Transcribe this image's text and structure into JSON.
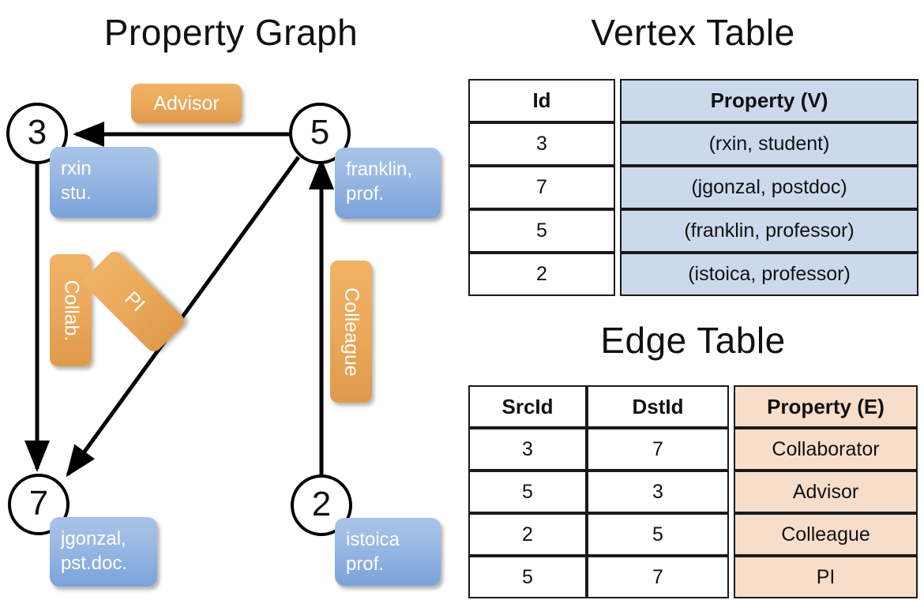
{
  "titles": {
    "property_graph": "Property Graph",
    "vertex_table": "Vertex Table",
    "edge_table": "Edge Table"
  },
  "colors": {
    "vertex_cell_fill": "#ccd9ed",
    "edge_cell_fill": "#f7decb",
    "vertex_badge": "#9cbbe5",
    "edge_badge": "#ecab5d",
    "stroke": "#000000"
  },
  "graph": {
    "vertices": [
      {
        "id": "3",
        "label": "3",
        "property_line1": "rxin",
        "property_line2": "stu."
      },
      {
        "id": "5",
        "label": "5",
        "property_line1": "franklin,",
        "property_line2": "prof."
      },
      {
        "id": "7",
        "label": "7",
        "property_line1": "jgonzal,",
        "property_line2": "pst.doc."
      },
      {
        "id": "2",
        "label": "2",
        "property_line1": "istoica",
        "property_line2": "prof."
      }
    ],
    "edges": [
      {
        "src": "5",
        "dst": "3",
        "label": "Advisor"
      },
      {
        "src": "3",
        "dst": "7",
        "label": "Collab."
      },
      {
        "src": "5",
        "dst": "7",
        "label": "PI"
      },
      {
        "src": "2",
        "dst": "5",
        "label": "Colleague"
      }
    ]
  },
  "vertex_table": {
    "headers": [
      "Id",
      "Property (V)"
    ],
    "rows": [
      {
        "id": "3",
        "property": "(rxin, student)"
      },
      {
        "id": "7",
        "property": "(jgonzal, postdoc)"
      },
      {
        "id": "5",
        "property": "(franklin, professor)"
      },
      {
        "id": "2",
        "property": "(istoica, professor)"
      }
    ]
  },
  "edge_table": {
    "headers": [
      "SrcId",
      "DstId",
      "Property (E)"
    ],
    "rows": [
      {
        "src": "3",
        "dst": "7",
        "property": "Collaborator"
      },
      {
        "src": "5",
        "dst": "3",
        "property": "Advisor"
      },
      {
        "src": "2",
        "dst": "5",
        "property": "Colleague"
      },
      {
        "src": "5",
        "dst": "7",
        "property": "PI"
      }
    ]
  }
}
